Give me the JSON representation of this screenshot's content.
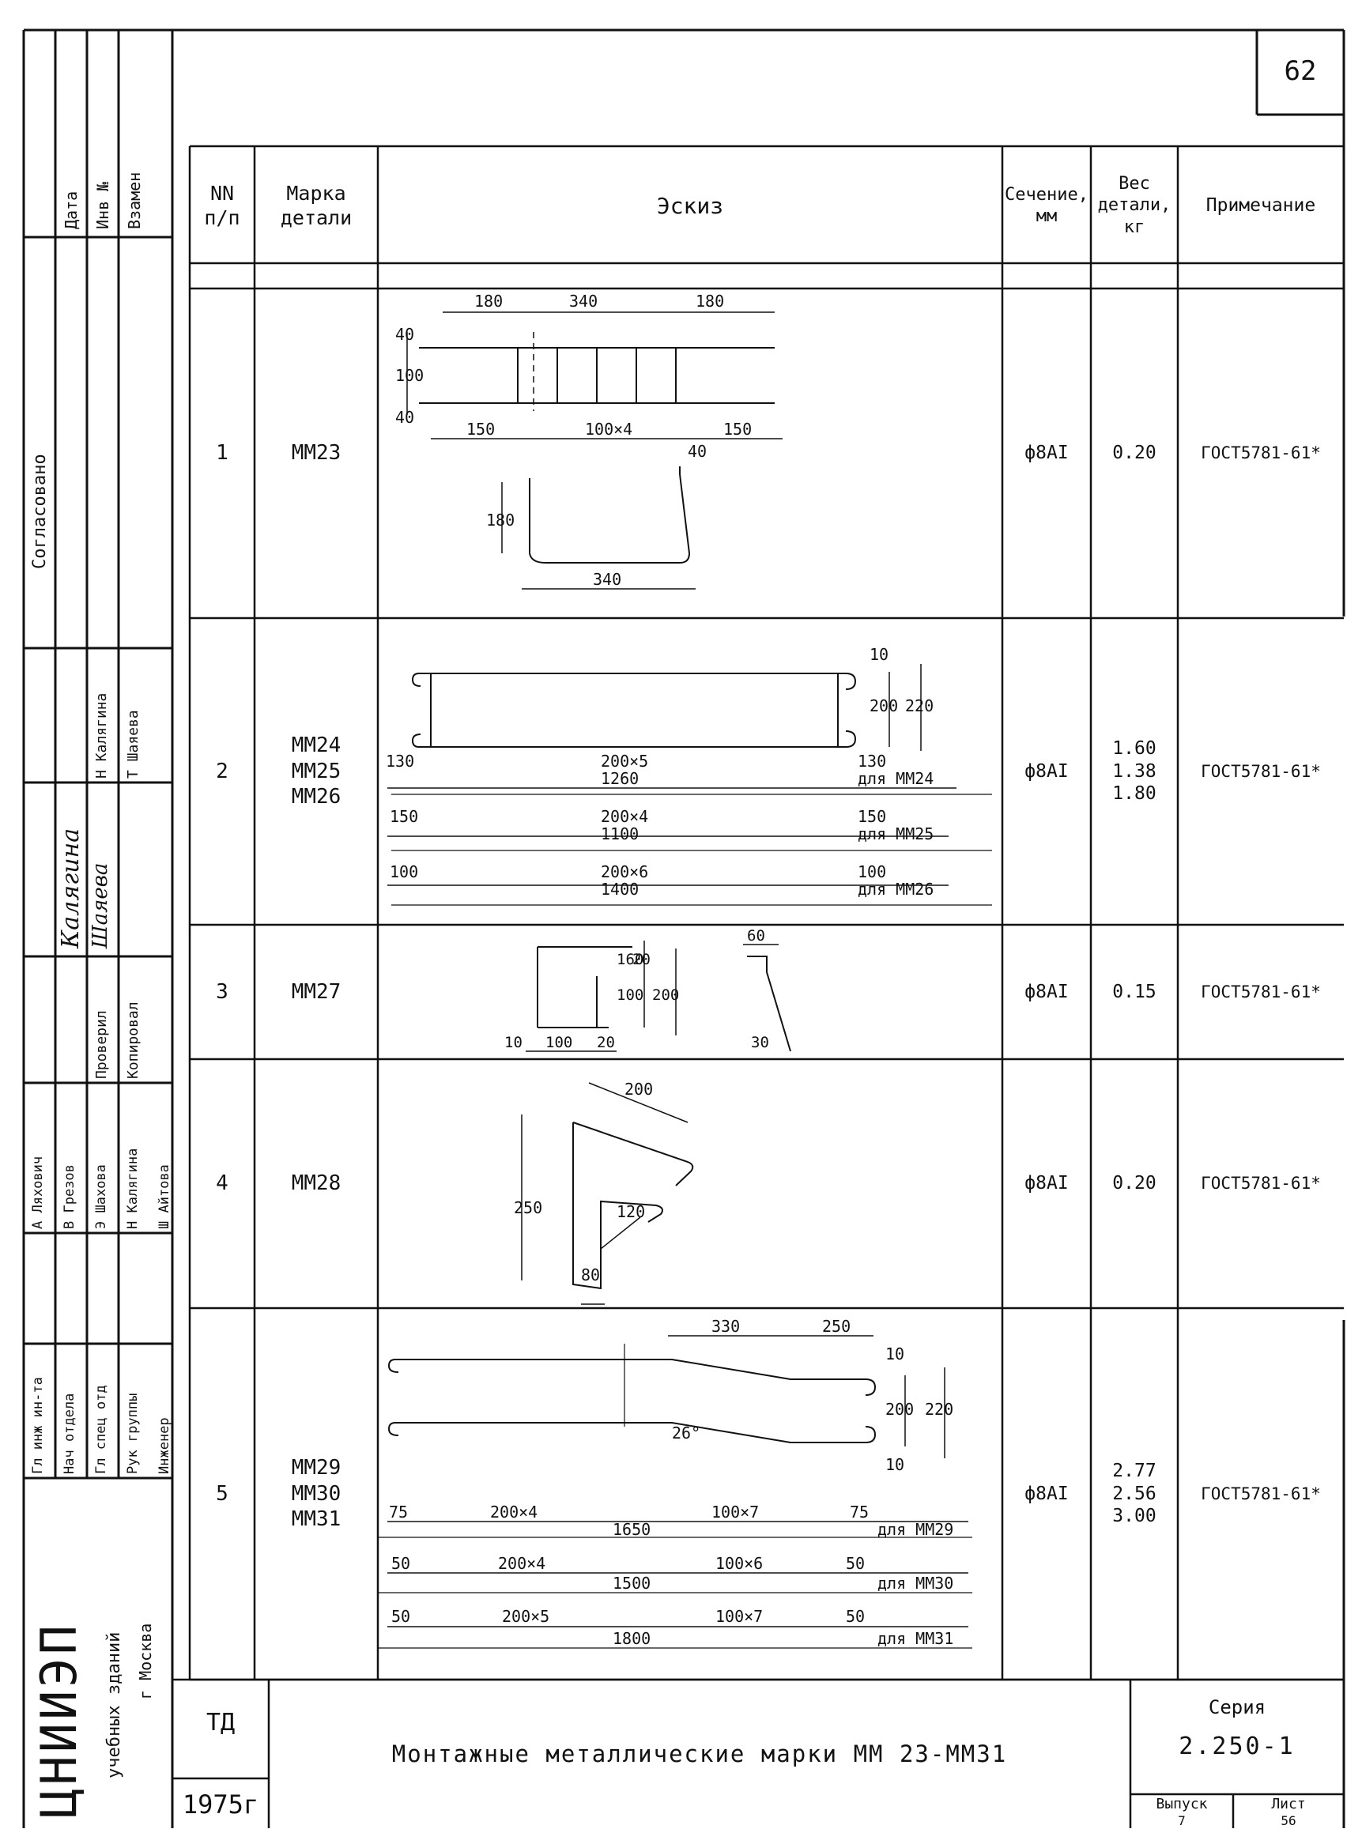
{
  "page_number": "62",
  "table": {
    "headers": {
      "num": "NN\nп/п",
      "mark": "Марка\nдетали",
      "sketch": "Эскиз",
      "section": "Сечение,\nмм",
      "weight": "Вес\nдетали,\nкг",
      "note": "Примечание"
    },
    "rows": [
      {
        "num": "1",
        "mark": "ММ23",
        "section": "ф8АI",
        "weight": "0.20",
        "note": "ГОСТ5781-61*"
      },
      {
        "num": "2",
        "mark": "ММ24\nММ25\nММ26",
        "section": "ф8АI",
        "weight": "1.60\n1.38\n1.80",
        "note": "ГОСТ5781-61*"
      },
      {
        "num": "3",
        "mark": "ММ27",
        "section": "ф8АI",
        "weight": "0.15",
        "note": "ГОСТ5781-61*"
      },
      {
        "num": "4",
        "mark": "ММ28",
        "section": "ф8АI",
        "weight": "0.20",
        "note": "ГОСТ5781-61*"
      },
      {
        "num": "5",
        "mark": "ММ29\nММ30\nММ31",
        "section": "ф8АI",
        "weight": "2.77\n2.56\n3.00",
        "note": "ГОСТ5781-61*"
      }
    ]
  },
  "sketches": {
    "r1": {
      "d180a": "180",
      "d340": "340",
      "d180b": "180",
      "d40a": "40",
      "d100": "100",
      "d40b": "40",
      "d150a": "150",
      "d100x4": "100×4",
      "d150b": "150",
      "d40c": "40",
      "d180v": "180",
      "d340b": "340"
    },
    "r2": {
      "d10": "10",
      "d200": "200",
      "d220": "220",
      "a1": "130",
      "a2": "200×5",
      "a3": "130",
      "a4": "1260",
      "a5": "для ММ24",
      "b1": "150",
      "b2": "200×4",
      "b3": "150",
      "b4": "1100",
      "b5": "для ММ25",
      "c1": "100",
      "c2": "200×6",
      "c3": "100",
      "c4": "1400",
      "c5": "для ММ26"
    },
    "r3": {
      "d160": "160",
      "d20": "20",
      "d100v": "100",
      "d200v": "200",
      "d10": "10",
      "d100": "100",
      "d20b": "20",
      "d60": "60",
      "d30": "30"
    },
    "r4": {
      "d200": "200",
      "d250": "250",
      "d120": "120",
      "d80": "80"
    },
    "r5": {
      "d330": "330",
      "d250": "250",
      "d10a": "10",
      "d200": "200",
      "d220": "220",
      "d10b": "10",
      "ang": "26°",
      "a1": "75",
      "a2": "200×4",
      "a3": "100×7",
      "a4": "75",
      "a5": "1650",
      "a6": "для ММ29",
      "b1": "50",
      "b2": "200×4",
      "b3": "100×6",
      "b4": "50",
      "b5": "1500",
      "b6": "для ММ30",
      "c1": "50",
      "c2": "200×5",
      "c3": "100×7",
      "c4": "50",
      "c5": "1800",
      "c6": "для ММ31"
    }
  },
  "side_stamp": {
    "col_titles": [
      "Дата",
      "Инв №",
      "Взамен"
    ],
    "soglasovano": "Согласовано",
    "names": [
      "Н Калягина",
      "Т Шаяева"
    ],
    "signatures": [
      "Калягина",
      "Шаяева"
    ],
    "roles": [
      "Проверил",
      "Копировал"
    ],
    "staff": [
      {
        "role": "Гл инж ин-та",
        "name": "А Ляхович"
      },
      {
        "role": "Нач отдела",
        "name": "В Грезов"
      },
      {
        "role": "Гл спец отд",
        "name": "Э Шахова"
      },
      {
        "role": "Рук группы",
        "name": "Н Калягина"
      },
      {
        "role": "Инженер",
        "name": "Ш Айтова"
      }
    ],
    "org_logo": "ЦНИИЭП",
    "org_name": "учебных зданий",
    "org_city": "г Москва"
  },
  "title_block": {
    "code": "ТД",
    "year": "1975г",
    "title": "Монтажные металлические марки ММ 23-ММ31",
    "series_label": "Серия",
    "series": "2.250-1",
    "issue_label": "Выпуск",
    "issue": "7",
    "sheet_label": "Лист",
    "sheet": "56"
  }
}
